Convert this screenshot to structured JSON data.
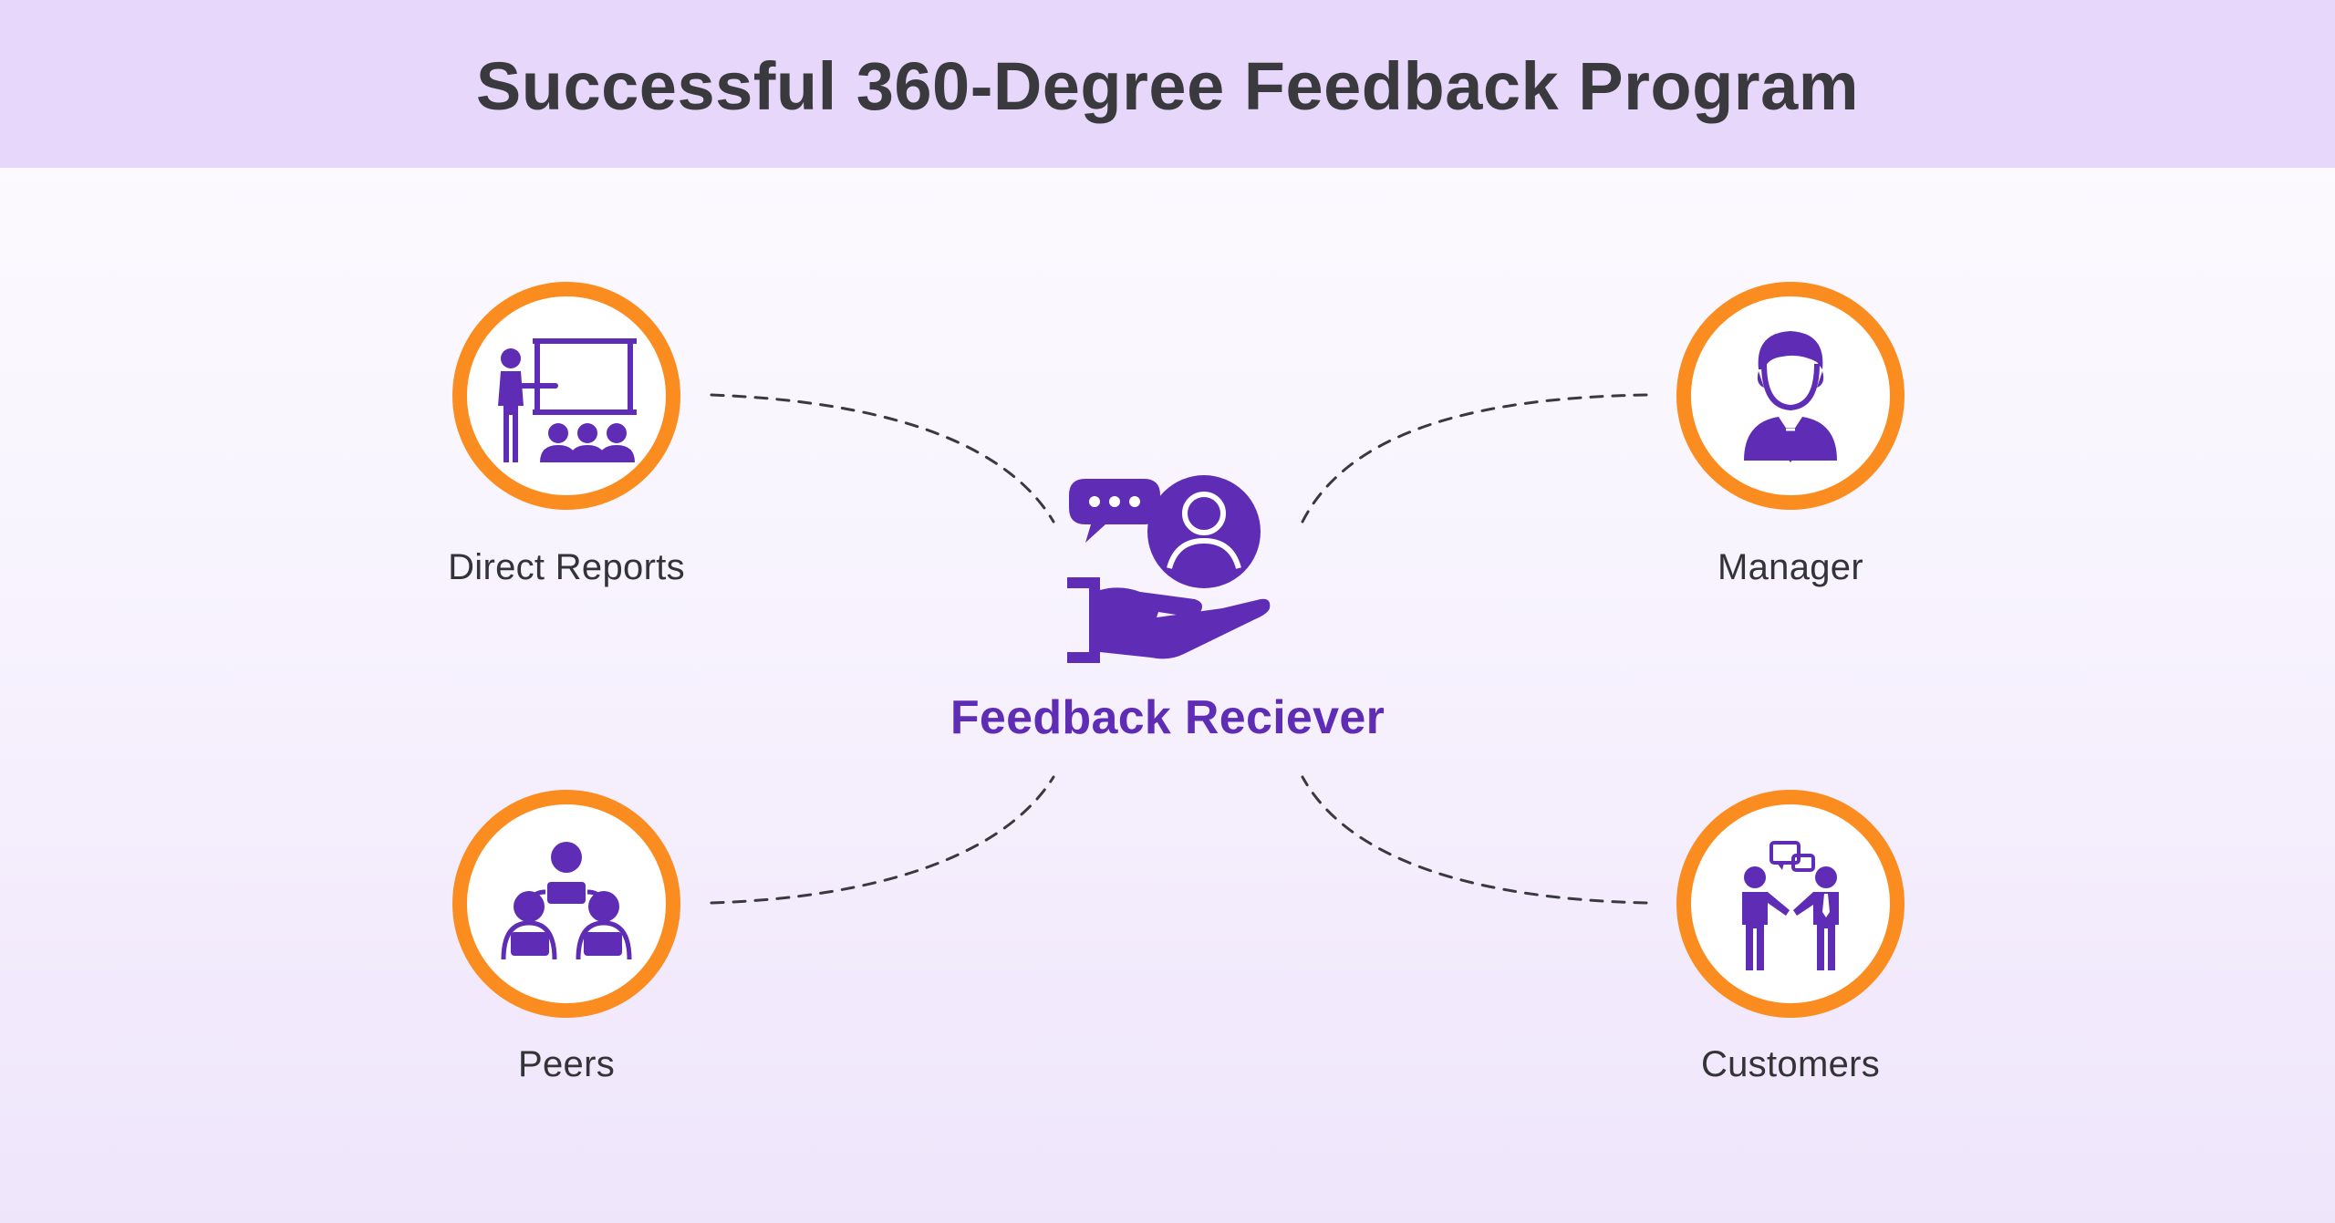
{
  "header": {
    "title": "Successful 360-Degree Feedback Program"
  },
  "center": {
    "label": "Feedback Reciever",
    "icon": "hand-with-person-and-speech-bubble-icon"
  },
  "nodes": [
    {
      "id": "direct-reports",
      "label": "Direct Reports",
      "icon": "presentation-audience-icon"
    },
    {
      "id": "manager",
      "label": "Manager",
      "icon": "businessman-icon"
    },
    {
      "id": "peers",
      "label": "Peers",
      "icon": "team-group-icon"
    },
    {
      "id": "customers",
      "label": "Customers",
      "icon": "handshake-conversation-icon"
    }
  ],
  "colors": {
    "header_band": "#e7d7fb",
    "node_ring": "#fb8c1f",
    "icon_purple": "#5f2db5",
    "title_text": "#3a3a3e",
    "center_text": "#5f2db5",
    "connector": "#3a3a3e"
  }
}
